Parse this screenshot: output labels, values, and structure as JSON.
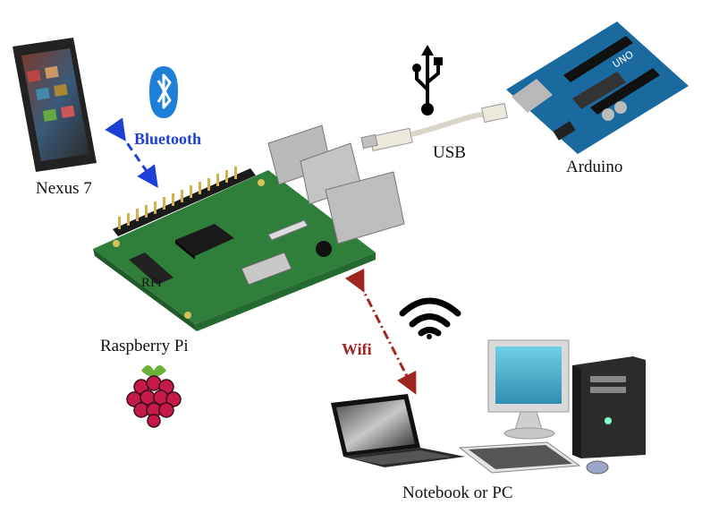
{
  "labels": {
    "nexus": "Nexus 7",
    "bluetooth": "Bluetooth",
    "usb": "USB",
    "arduino": "Arduino",
    "rpi_board": "RPi",
    "raspberry_pi": "Raspberry Pi",
    "wifi": "Wifi",
    "notebook_pc": "Notebook or PC"
  },
  "colors": {
    "bluetooth": "#1d3fd6",
    "wifi": "#a1251f",
    "board": "#2f7f3a",
    "arduino": "#1a6aa0"
  },
  "icons": [
    "bluetooth-icon",
    "usb-icon",
    "wifi-icon",
    "raspberry-logo-icon"
  ]
}
